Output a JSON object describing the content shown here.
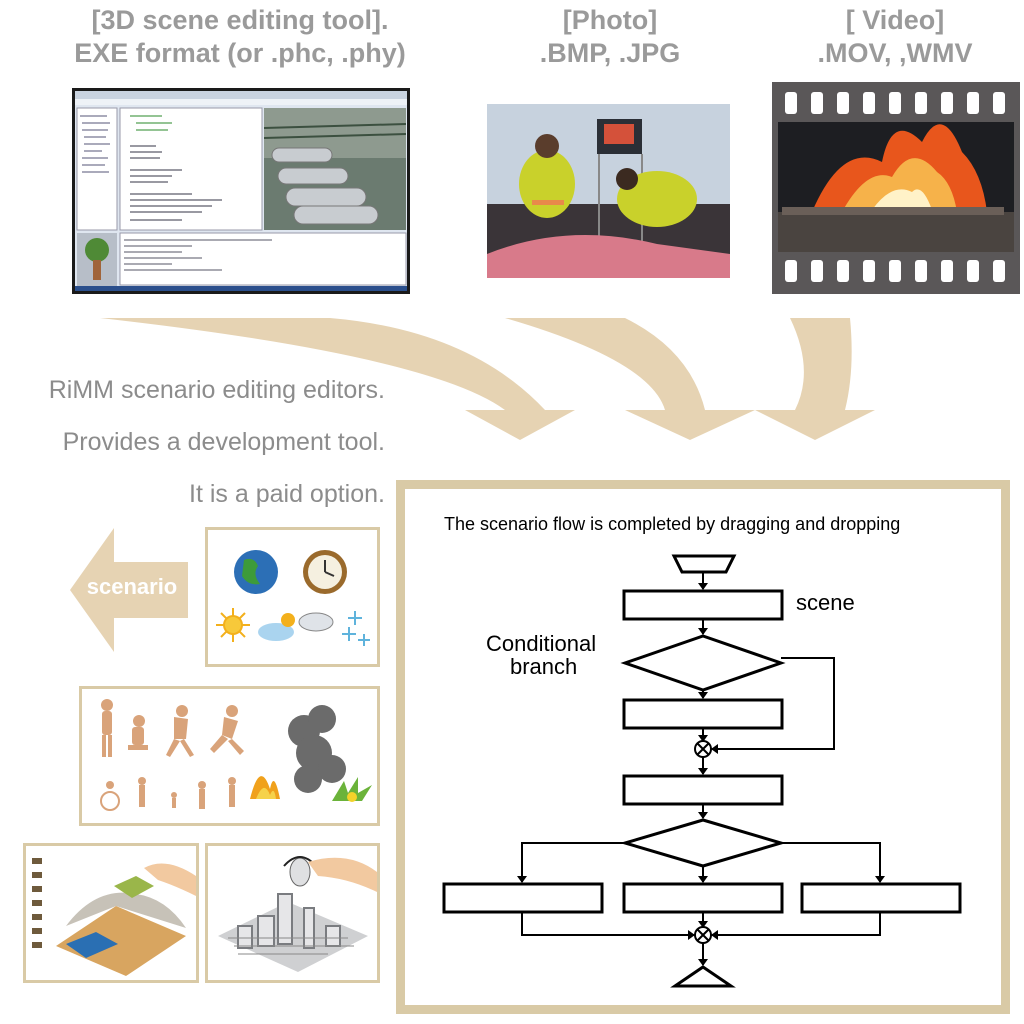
{
  "headers": {
    "tool": {
      "line1": "[3D scene editing tool].",
      "line2": "EXE format (or .phc, .phy)"
    },
    "photo": {
      "line1": "[Photo]",
      "line2": ".BMP, .JPG"
    },
    "video": {
      "line1": "[ Video]",
      "line2": ".MOV, ,WMV"
    }
  },
  "side_text": {
    "line1": "RiMM scenario editing editors.",
    "line2": "Provides a development tool.",
    "line3": "It is a paid option."
  },
  "scenario_arrow_label": "scenario",
  "flowchart": {
    "title": "The scenario flow is completed by dragging and dropping",
    "scene_label": "scene",
    "branch_label_line1": "Conditional",
    "branch_label_line2": "branch"
  },
  "colors": {
    "frame": "#d9caa6",
    "arrow": "#e6d3b3",
    "header_text": "#9a9a9a",
    "fire": "#e8561c"
  }
}
